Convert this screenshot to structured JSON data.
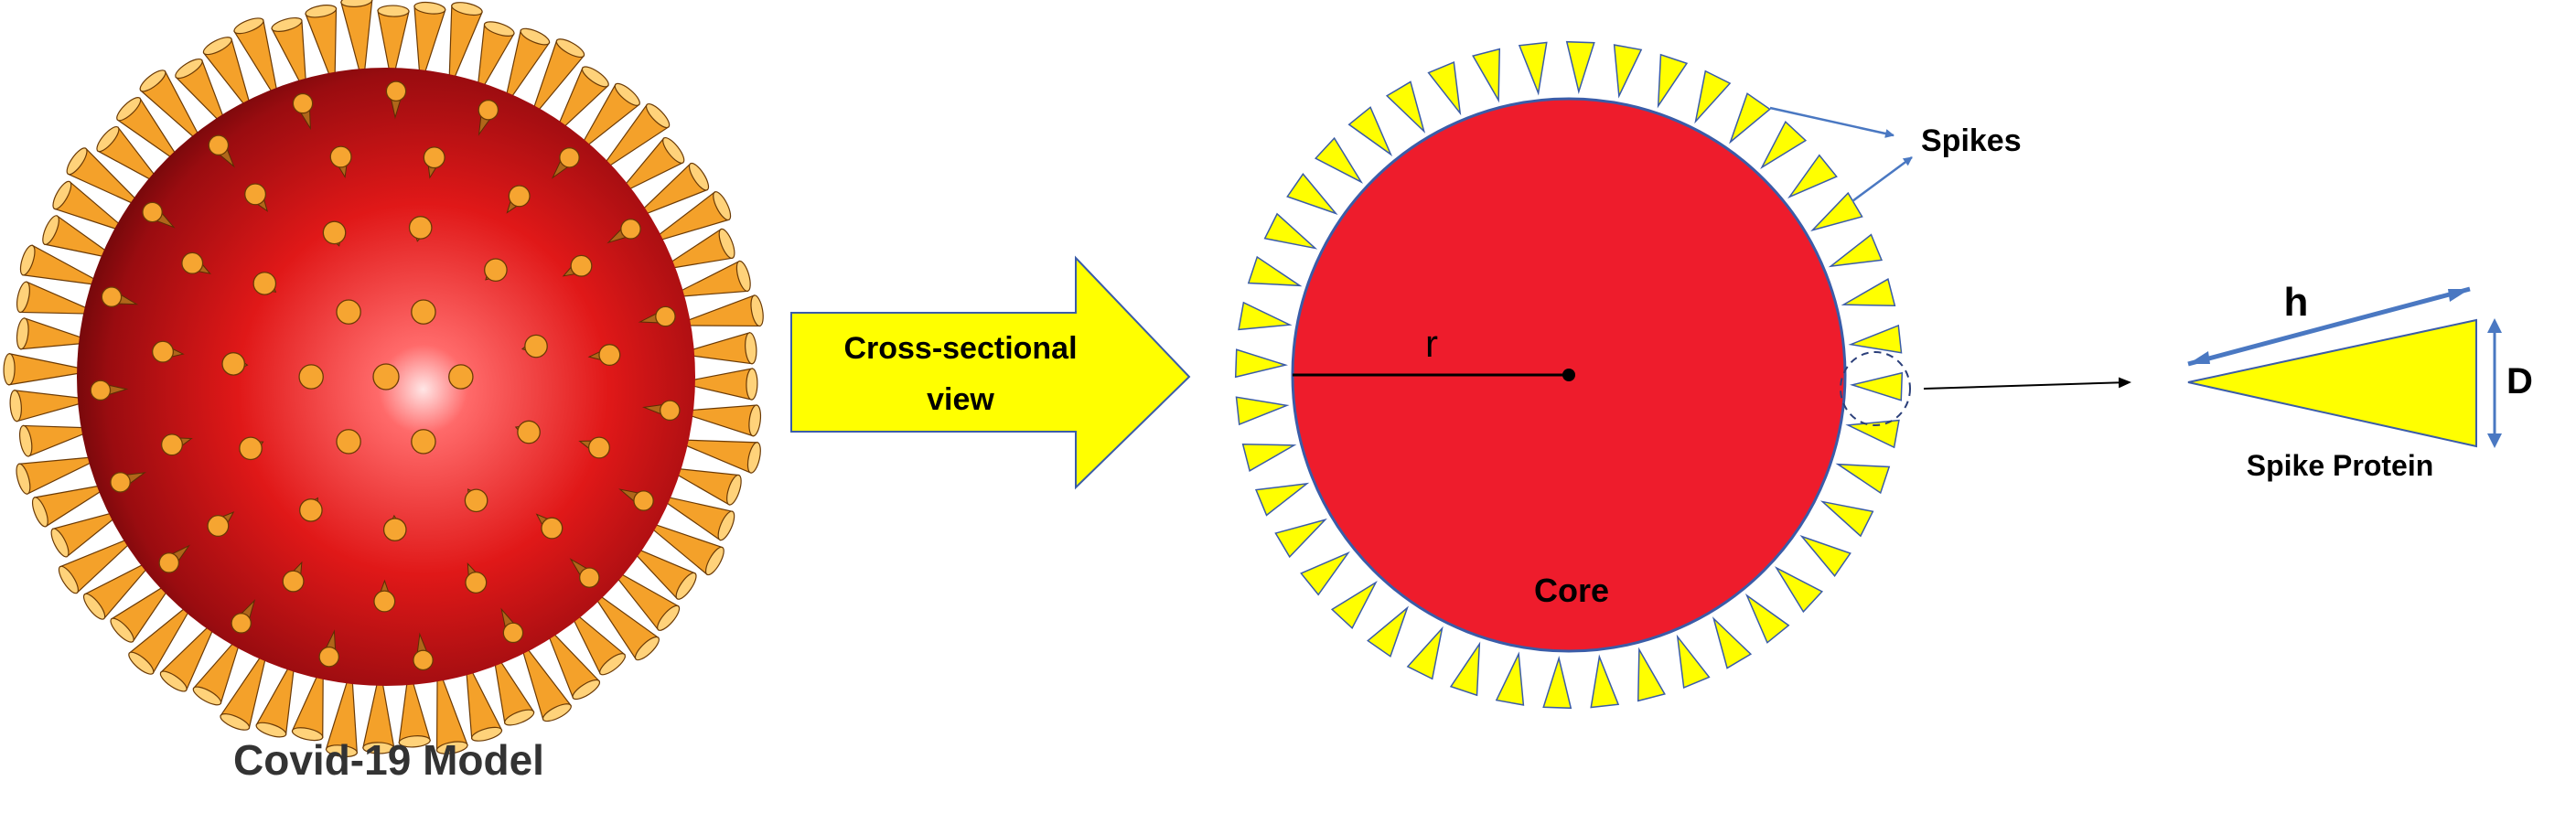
{
  "model": {
    "caption": "Covid-19 Model"
  },
  "arrow": {
    "text_line1": "Cross-sectional",
    "text_line2": "view"
  },
  "cross_section": {
    "radius_label": "r",
    "core_label": "Core",
    "spikes_label": "Spikes"
  },
  "spike_detail": {
    "height_label": "h",
    "diameter_label": "D",
    "caption": "Spike Protein"
  },
  "colors": {
    "core_red": "#ee1c2c",
    "spike_yellow": "#ffff00",
    "outline_blue": "#3a5ca8",
    "arrow_blue": "#4a78c2",
    "model_red": "#d8181c",
    "model_spike": "#f4a12a"
  }
}
